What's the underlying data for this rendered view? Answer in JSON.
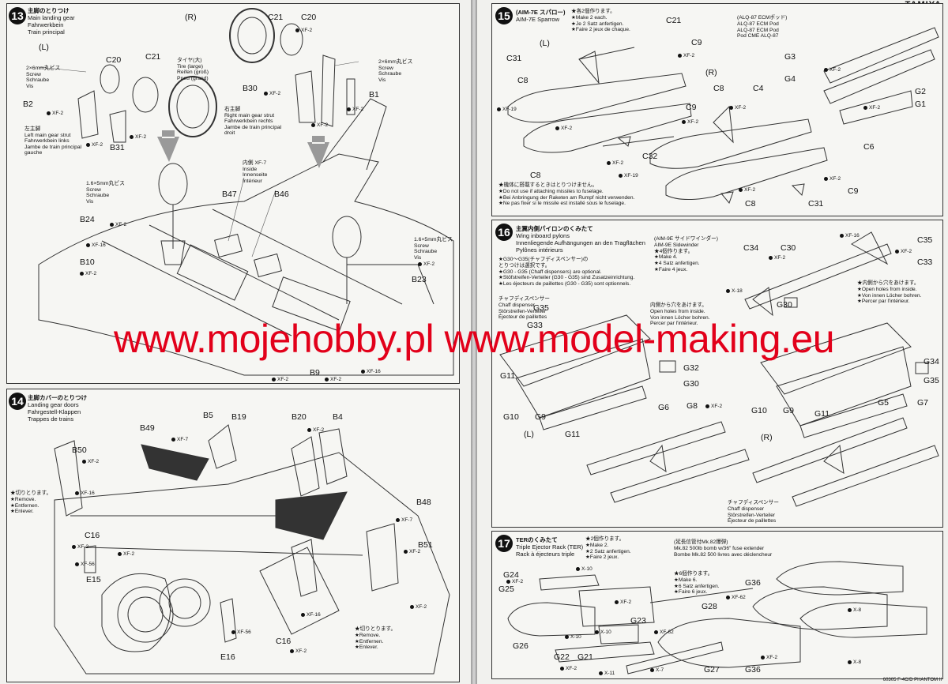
{
  "brand": "TAMIYA",
  "footer": "60305 F-4C/D PHANTOM II",
  "watermark": "www.mojehobby.pl www.model-making.eu",
  "left_page": {
    "step13": {
      "number": "13",
      "title_jp": "主脚のとりつけ",
      "title_en": "Main landing gear",
      "title_de": "Fahrwerkbein",
      "title_fr": "Train principal",
      "side_left": "(L)",
      "side_right": "(R)",
      "screw_2x6": [
        "2×6mm丸ビス",
        "Screw",
        "Schraube",
        "Vis"
      ],
      "screw_2x6_r": [
        "2×6mm丸ビス",
        "Screw",
        "Schraube",
        "Vis"
      ],
      "screw_16x5": [
        "1.6×5mm丸ビス",
        "Screw",
        "Schraube",
        "Vis"
      ],
      "screw_16x5_r": [
        "1.6×5mm丸ビス",
        "Screw",
        "Schraube",
        "Vis"
      ],
      "tire": [
        "タイヤ(大)",
        "Tire (large)",
        "Reifen (groß)",
        "Pneu (grand)"
      ],
      "left_strut": [
        "左主脚",
        "Left main gear strut",
        "Fahrwerkbein links",
        "Jambe de train principal",
        "gauche"
      ],
      "right_strut": [
        "右主脚",
        "Right main gear strut",
        "Fahrwerkbein rechts",
        "Jambe de train principal",
        "droit"
      ],
      "inside": [
        "内側 XF-7",
        "Inside",
        "Innenseite",
        "Intérieur"
      ],
      "parts": [
        "C20",
        "C21",
        "B2",
        "B31",
        "C21",
        "C20",
        "B30",
        "B1",
        "B24",
        "B10",
        "B47",
        "B46",
        "B23",
        "B9"
      ]
    },
    "step14": {
      "number": "14",
      "title_jp": "主脚カバーのとりつけ",
      "title_en": "Landing gear doors",
      "title_de": "Fahrgestell-Klappen",
      "title_fr": "Trappes de trains",
      "remove": [
        "★切りとります。",
        "★Remove.",
        "★Entfernen.",
        "★Enlever."
      ],
      "parts": [
        "B49",
        "B5",
        "B19",
        "B20",
        "B4",
        "B50",
        "B48",
        "C16",
        "E15",
        "B51",
        "C16",
        "E16"
      ]
    }
  },
  "right_page": {
    "step15": {
      "number": "15",
      "title": "(AIM-7E スパロー)",
      "title_en": "AIM-7E Sparrow",
      "make": [
        "★各2個作ります。",
        "★Make 2 each.",
        "★Je 2 Satz anfertigen.",
        "★Faire 2 jeux de chaque."
      ],
      "ecm": [
        "(ALQ-87 ECMポッド)",
        "ALQ-87 ECM Pod",
        "ALQ-87 ECM Pod",
        "Pod CME ALQ-87"
      ],
      "notice": [
        "★機体に搭載するときはとりつけません。",
        "★Do not use if attaching missiles to fuselage.",
        "★Bei Anbringung der Raketen am Rumpf nicht verwenden.",
        "★Ne pas fixer si le missile est installé sous le fuselage."
      ],
      "side_left": "(L)",
      "side_right": "(R)",
      "parts": [
        "C21",
        "C9",
        "C31",
        "C8",
        "C9",
        "C8",
        "C4",
        "C32",
        "C8",
        "C6",
        "C8",
        "C9",
        "C31",
        "G3",
        "G4",
        "G2",
        "G1"
      ]
    },
    "step16": {
      "number": "16",
      "title_jp": "主翼内側パイロンのくみたて",
      "title_en": "Wing inboard pylons",
      "title_de": "Innenliegende Aufhängungen an den Tragflächen",
      "title_fr": "Pylônes intérieurs",
      "optional": [
        "★G30〜G35(チャフディスペンサー)の",
        "とりつけは選択です。",
        "★G30 - G35 (Chaff dispensers) are optional.",
        "★Stöfstreifen-Verteiler (G30 - G35) sind Zusatzeinrichtung.",
        "★Les éjecteurs de paillettes (G30 - G35) sont optionnels."
      ],
      "sidewinder": [
        "(AIM-9E サイドワインダー)",
        "AIM-9E Sidewinder",
        "★4個作ります。",
        "★Make 4.",
        "★4 Satz anfertigen.",
        "★Faire 4 jeux."
      ],
      "chaff": [
        "チャフディスペンサー",
        "Chaff dispenser",
        "Störstreifen-Verteiler",
        "Éjecteur de paillettes"
      ],
      "chaff_r": [
        "チャフディスペンサー",
        "Chaff dispenser",
        "Störstreifen-Verteiler",
        "Éjecteur de paillettes"
      ],
      "holes": [
        "★内側から穴をあけます。",
        "★Open holes from inside.",
        "★Von innen Löcher bohren.",
        "★Percer par l'intérieur."
      ],
      "holes2": [
        "内側から穴をあけます。",
        "Open holes from inside.",
        "Von innen Löcher bohren.",
        "Percer par l'intérieur."
      ],
      "side_left": "(L)",
      "side_right": "(R)",
      "parts": [
        "C34",
        "C30",
        "C35",
        "C33",
        "G35",
        "G33",
        "G30",
        "G32",
        "G30",
        "G11",
        "G10",
        "G9",
        "G11",
        "G6",
        "G8",
        "G5",
        "G7",
        "G34",
        "G35",
        "G10",
        "G9",
        "G11"
      ]
    },
    "step17": {
      "number": "17",
      "title_jp": "TERのくみたて",
      "title_en": "Triple Ejector Rack (TER)",
      "title_fr": "Rack à éjecteurs triple",
      "make2": [
        "★2個作ります。",
        "★Make 2.",
        "★2 Satz anfertigen.",
        "★Faire 2 jeux."
      ],
      "bomb": [
        "(延長信管付Mk.82爆弾)",
        "Mk.82 500lb bomb w/36\" fuse extender",
        "Bombe Mk.82 500 livres avec déclencheur"
      ],
      "make6": [
        "★6個作ります。",
        "★Make 6.",
        "★6 Satz anfertigen.",
        "★Faire 6 jeux."
      ],
      "parts": [
        "G24",
        "G25",
        "G26",
        "G23",
        "G22",
        "G21",
        "G28",
        "G36",
        "G27",
        "G36"
      ]
    }
  },
  "paint_codes": [
    "XF-2",
    "XF-7",
    "XF-19",
    "XF-56",
    "XF-62",
    "X-10",
    "X-11",
    "X-18",
    "XF-16",
    "X-7",
    "X-8"
  ]
}
